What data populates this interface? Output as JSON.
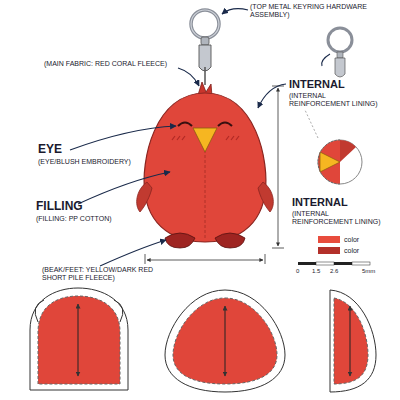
{
  "diagram": {
    "labels": [
      "(TOP METAL KEYRING HARDWARE ASSEMBLY)",
      "(MAIN FABRIC: RED CORAL FLEECE)",
      "INTERNAL",
      "(INTERNAL REINFORCEMENT LINING)",
      "EYE",
      "(EYE/BLUSH EMBROIDERY)",
      "INTERNAL",
      "(INTERNAL REINFORCEMENT LINING)",
      "FILLING",
      "(FILLING: PP COTTON)",
      "(BEAK/FEET: YELLOW/DARK RED SHORT PILE FLEECE)",
      "0",
      "1.5",
      "2.6",
      "5mm"
    ],
    "legend": [
      {
        "text": "color",
        "color": "#e84c3d"
      },
      {
        "text": "color",
        "color": "#b3302a"
      }
    ]
  }
}
